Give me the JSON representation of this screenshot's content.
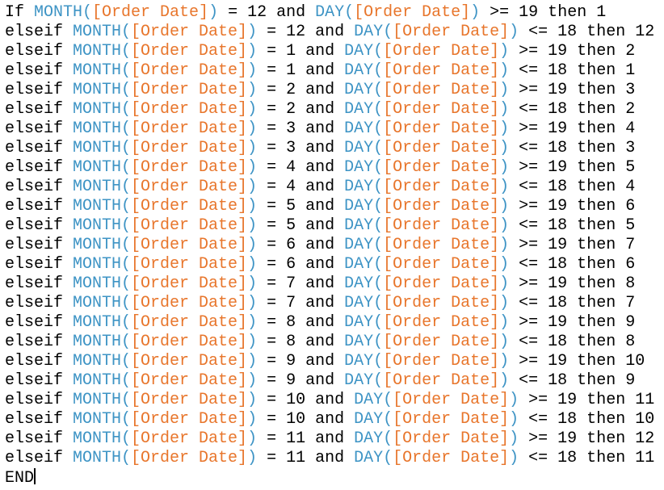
{
  "editor": {
    "background_color": "#ffffff",
    "text_color": "#000000",
    "function_color": "#3E94C5",
    "field_color": "#E8762C",
    "caret_color": "#000000",
    "lines": [
      {
        "tokens": [
          [
            "If ",
            "k"
          ],
          [
            "MONTH(",
            "f"
          ],
          [
            "[Order Date]",
            "o"
          ],
          [
            ")",
            "f"
          ],
          [
            " = 12 and ",
            "k"
          ],
          [
            "DAY(",
            "f"
          ],
          [
            "[Order Date]",
            "o"
          ],
          [
            ")",
            "f"
          ],
          [
            " >= 19 then 1",
            "k"
          ]
        ]
      },
      {
        "tokens": [
          [
            "elseif ",
            "k"
          ],
          [
            "MONTH(",
            "f"
          ],
          [
            "[Order Date]",
            "o"
          ],
          [
            ")",
            "f"
          ],
          [
            " = 12 and ",
            "k"
          ],
          [
            "DAY(",
            "f"
          ],
          [
            "[Order Date]",
            "o"
          ],
          [
            ")",
            "f"
          ],
          [
            " <= 18 then 12",
            "k"
          ]
        ]
      },
      {
        "tokens": [
          [
            "elseif ",
            "k"
          ],
          [
            "MONTH(",
            "f"
          ],
          [
            "[Order Date]",
            "o"
          ],
          [
            ")",
            "f"
          ],
          [
            " = 1 and ",
            "k"
          ],
          [
            "DAY(",
            "f"
          ],
          [
            "[Order Date]",
            "o"
          ],
          [
            ")",
            "f"
          ],
          [
            " >= 19 then 2",
            "k"
          ]
        ]
      },
      {
        "tokens": [
          [
            "elseif ",
            "k"
          ],
          [
            "MONTH(",
            "f"
          ],
          [
            "[Order Date]",
            "o"
          ],
          [
            ")",
            "f"
          ],
          [
            " = 1 and ",
            "k"
          ],
          [
            "DAY(",
            "f"
          ],
          [
            "[Order Date]",
            "o"
          ],
          [
            ")",
            "f"
          ],
          [
            " <= 18 then 1",
            "k"
          ]
        ]
      },
      {
        "tokens": [
          [
            "elseif ",
            "k"
          ],
          [
            "MONTH(",
            "f"
          ],
          [
            "[Order Date]",
            "o"
          ],
          [
            ")",
            "f"
          ],
          [
            " = 2 and ",
            "k"
          ],
          [
            "DAY(",
            "f"
          ],
          [
            "[Order Date]",
            "o"
          ],
          [
            ")",
            "f"
          ],
          [
            " >= 19 then 3",
            "k"
          ]
        ]
      },
      {
        "tokens": [
          [
            "elseif ",
            "k"
          ],
          [
            "MONTH(",
            "f"
          ],
          [
            "[Order Date]",
            "o"
          ],
          [
            ")",
            "f"
          ],
          [
            " = 2 and ",
            "k"
          ],
          [
            "DAY(",
            "f"
          ],
          [
            "[Order Date]",
            "o"
          ],
          [
            ")",
            "f"
          ],
          [
            " <= 18 then 2",
            "k"
          ]
        ]
      },
      {
        "tokens": [
          [
            "elseif ",
            "k"
          ],
          [
            "MONTH(",
            "f"
          ],
          [
            "[Order Date]",
            "o"
          ],
          [
            ")",
            "f"
          ],
          [
            " = 3 and ",
            "k"
          ],
          [
            "DAY(",
            "f"
          ],
          [
            "[Order Date]",
            "o"
          ],
          [
            ")",
            "f"
          ],
          [
            " >= 19 then 4",
            "k"
          ]
        ]
      },
      {
        "tokens": [
          [
            "elseif ",
            "k"
          ],
          [
            "MONTH(",
            "f"
          ],
          [
            "[Order Date]",
            "o"
          ],
          [
            ")",
            "f"
          ],
          [
            " = 3 and ",
            "k"
          ],
          [
            "DAY(",
            "f"
          ],
          [
            "[Order Date]",
            "o"
          ],
          [
            ")",
            "f"
          ],
          [
            " <= 18 then 3",
            "k"
          ]
        ]
      },
      {
        "tokens": [
          [
            "elseif ",
            "k"
          ],
          [
            "MONTH(",
            "f"
          ],
          [
            "[Order Date]",
            "o"
          ],
          [
            ")",
            "f"
          ],
          [
            " = 4 and ",
            "k"
          ],
          [
            "DAY(",
            "f"
          ],
          [
            "[Order Date]",
            "o"
          ],
          [
            ")",
            "f"
          ],
          [
            " >= 19 then 5",
            "k"
          ]
        ]
      },
      {
        "tokens": [
          [
            "elseif ",
            "k"
          ],
          [
            "MONTH(",
            "f"
          ],
          [
            "[Order Date]",
            "o"
          ],
          [
            ")",
            "f"
          ],
          [
            " = 4 and ",
            "k"
          ],
          [
            "DAY(",
            "f"
          ],
          [
            "[Order Date]",
            "o"
          ],
          [
            ")",
            "f"
          ],
          [
            " <= 18 then 4",
            "k"
          ]
        ]
      },
      {
        "tokens": [
          [
            "elseif ",
            "k"
          ],
          [
            "MONTH(",
            "f"
          ],
          [
            "[Order Date]",
            "o"
          ],
          [
            ")",
            "f"
          ],
          [
            " = 5 and ",
            "k"
          ],
          [
            "DAY(",
            "f"
          ],
          [
            "[Order Date]",
            "o"
          ],
          [
            ")",
            "f"
          ],
          [
            " >= 19 then 6",
            "k"
          ]
        ]
      },
      {
        "tokens": [
          [
            "elseif ",
            "k"
          ],
          [
            "MONTH(",
            "f"
          ],
          [
            "[Order Date]",
            "o"
          ],
          [
            ")",
            "f"
          ],
          [
            " = 5 and ",
            "k"
          ],
          [
            "DAY(",
            "f"
          ],
          [
            "[Order Date]",
            "o"
          ],
          [
            ")",
            "f"
          ],
          [
            " <= 18 then 5",
            "k"
          ]
        ]
      },
      {
        "tokens": [
          [
            "elseif ",
            "k"
          ],
          [
            "MONTH(",
            "f"
          ],
          [
            "[Order Date]",
            "o"
          ],
          [
            ")",
            "f"
          ],
          [
            " = 6 and ",
            "k"
          ],
          [
            "DAY(",
            "f"
          ],
          [
            "[Order Date]",
            "o"
          ],
          [
            ")",
            "f"
          ],
          [
            " >= 19 then 7",
            "k"
          ]
        ]
      },
      {
        "tokens": [
          [
            "elseif ",
            "k"
          ],
          [
            "MONTH(",
            "f"
          ],
          [
            "[Order Date]",
            "o"
          ],
          [
            ")",
            "f"
          ],
          [
            " = 6 and ",
            "k"
          ],
          [
            "DAY(",
            "f"
          ],
          [
            "[Order Date]",
            "o"
          ],
          [
            ")",
            "f"
          ],
          [
            " <= 18 then 6",
            "k"
          ]
        ]
      },
      {
        "tokens": [
          [
            "elseif ",
            "k"
          ],
          [
            "MONTH(",
            "f"
          ],
          [
            "[Order Date]",
            "o"
          ],
          [
            ")",
            "f"
          ],
          [
            " = 7 and ",
            "k"
          ],
          [
            "DAY(",
            "f"
          ],
          [
            "[Order Date]",
            "o"
          ],
          [
            ")",
            "f"
          ],
          [
            " >= 19 then 8",
            "k"
          ]
        ]
      },
      {
        "tokens": [
          [
            "elseif ",
            "k"
          ],
          [
            "MONTH(",
            "f"
          ],
          [
            "[Order Date]",
            "o"
          ],
          [
            ")",
            "f"
          ],
          [
            " = 7 and ",
            "k"
          ],
          [
            "DAY(",
            "f"
          ],
          [
            "[Order Date]",
            "o"
          ],
          [
            ")",
            "f"
          ],
          [
            " <= 18 then 7",
            "k"
          ]
        ]
      },
      {
        "tokens": [
          [
            "elseif ",
            "k"
          ],
          [
            "MONTH(",
            "f"
          ],
          [
            "[Order Date]",
            "o"
          ],
          [
            ")",
            "f"
          ],
          [
            " = 8 and ",
            "k"
          ],
          [
            "DAY(",
            "f"
          ],
          [
            "[Order Date]",
            "o"
          ],
          [
            ")",
            "f"
          ],
          [
            " >= 19 then 9",
            "k"
          ]
        ]
      },
      {
        "tokens": [
          [
            "elseif ",
            "k"
          ],
          [
            "MONTH(",
            "f"
          ],
          [
            "[Order Date]",
            "o"
          ],
          [
            ")",
            "f"
          ],
          [
            " = 8 and ",
            "k"
          ],
          [
            "DAY(",
            "f"
          ],
          [
            "[Order Date]",
            "o"
          ],
          [
            ")",
            "f"
          ],
          [
            " <= 18 then 8",
            "k"
          ]
        ]
      },
      {
        "tokens": [
          [
            "elseif ",
            "k"
          ],
          [
            "MONTH(",
            "f"
          ],
          [
            "[Order Date]",
            "o"
          ],
          [
            ")",
            "f"
          ],
          [
            " = 9 and ",
            "k"
          ],
          [
            "DAY(",
            "f"
          ],
          [
            "[Order Date]",
            "o"
          ],
          [
            ")",
            "f"
          ],
          [
            " >= 19 then 10",
            "k"
          ]
        ]
      },
      {
        "tokens": [
          [
            "elseif ",
            "k"
          ],
          [
            "MONTH(",
            "f"
          ],
          [
            "[Order Date]",
            "o"
          ],
          [
            ")",
            "f"
          ],
          [
            " = 9 and ",
            "k"
          ],
          [
            "DAY(",
            "f"
          ],
          [
            "[Order Date]",
            "o"
          ],
          [
            ")",
            "f"
          ],
          [
            " <= 18 then 9",
            "k"
          ]
        ]
      },
      {
        "tokens": [
          [
            "elseif ",
            "k"
          ],
          [
            "MONTH(",
            "f"
          ],
          [
            "[Order Date]",
            "o"
          ],
          [
            ")",
            "f"
          ],
          [
            " = 10 and ",
            "k"
          ],
          [
            "DAY(",
            "f"
          ],
          [
            "[Order Date]",
            "o"
          ],
          [
            ")",
            "f"
          ],
          [
            " >= 19 then 11",
            "k"
          ]
        ]
      },
      {
        "tokens": [
          [
            "elseif ",
            "k"
          ],
          [
            "MONTH(",
            "f"
          ],
          [
            "[Order Date]",
            "o"
          ],
          [
            ")",
            "f"
          ],
          [
            " = 10 and ",
            "k"
          ],
          [
            "DAY(",
            "f"
          ],
          [
            "[Order Date]",
            "o"
          ],
          [
            ")",
            "f"
          ],
          [
            " <= 18 then 10",
            "k"
          ]
        ]
      },
      {
        "tokens": [
          [
            "elseif ",
            "k"
          ],
          [
            "MONTH(",
            "f"
          ],
          [
            "[Order Date]",
            "o"
          ],
          [
            ")",
            "f"
          ],
          [
            " = 11 and ",
            "k"
          ],
          [
            "DAY(",
            "f"
          ],
          [
            "[Order Date]",
            "o"
          ],
          [
            ")",
            "f"
          ],
          [
            " >= 19 then 12",
            "k"
          ]
        ]
      },
      {
        "tokens": [
          [
            "elseif ",
            "k"
          ],
          [
            "MONTH(",
            "f"
          ],
          [
            "[Order Date]",
            "o"
          ],
          [
            ")",
            "f"
          ],
          [
            " = 11 and ",
            "k"
          ],
          [
            "DAY(",
            "f"
          ],
          [
            "[Order Date]",
            "o"
          ],
          [
            ")",
            "f"
          ],
          [
            " <= 18 then 11",
            "k"
          ]
        ]
      },
      {
        "tokens": [
          [
            "END",
            "k"
          ]
        ],
        "caret": true
      }
    ]
  }
}
